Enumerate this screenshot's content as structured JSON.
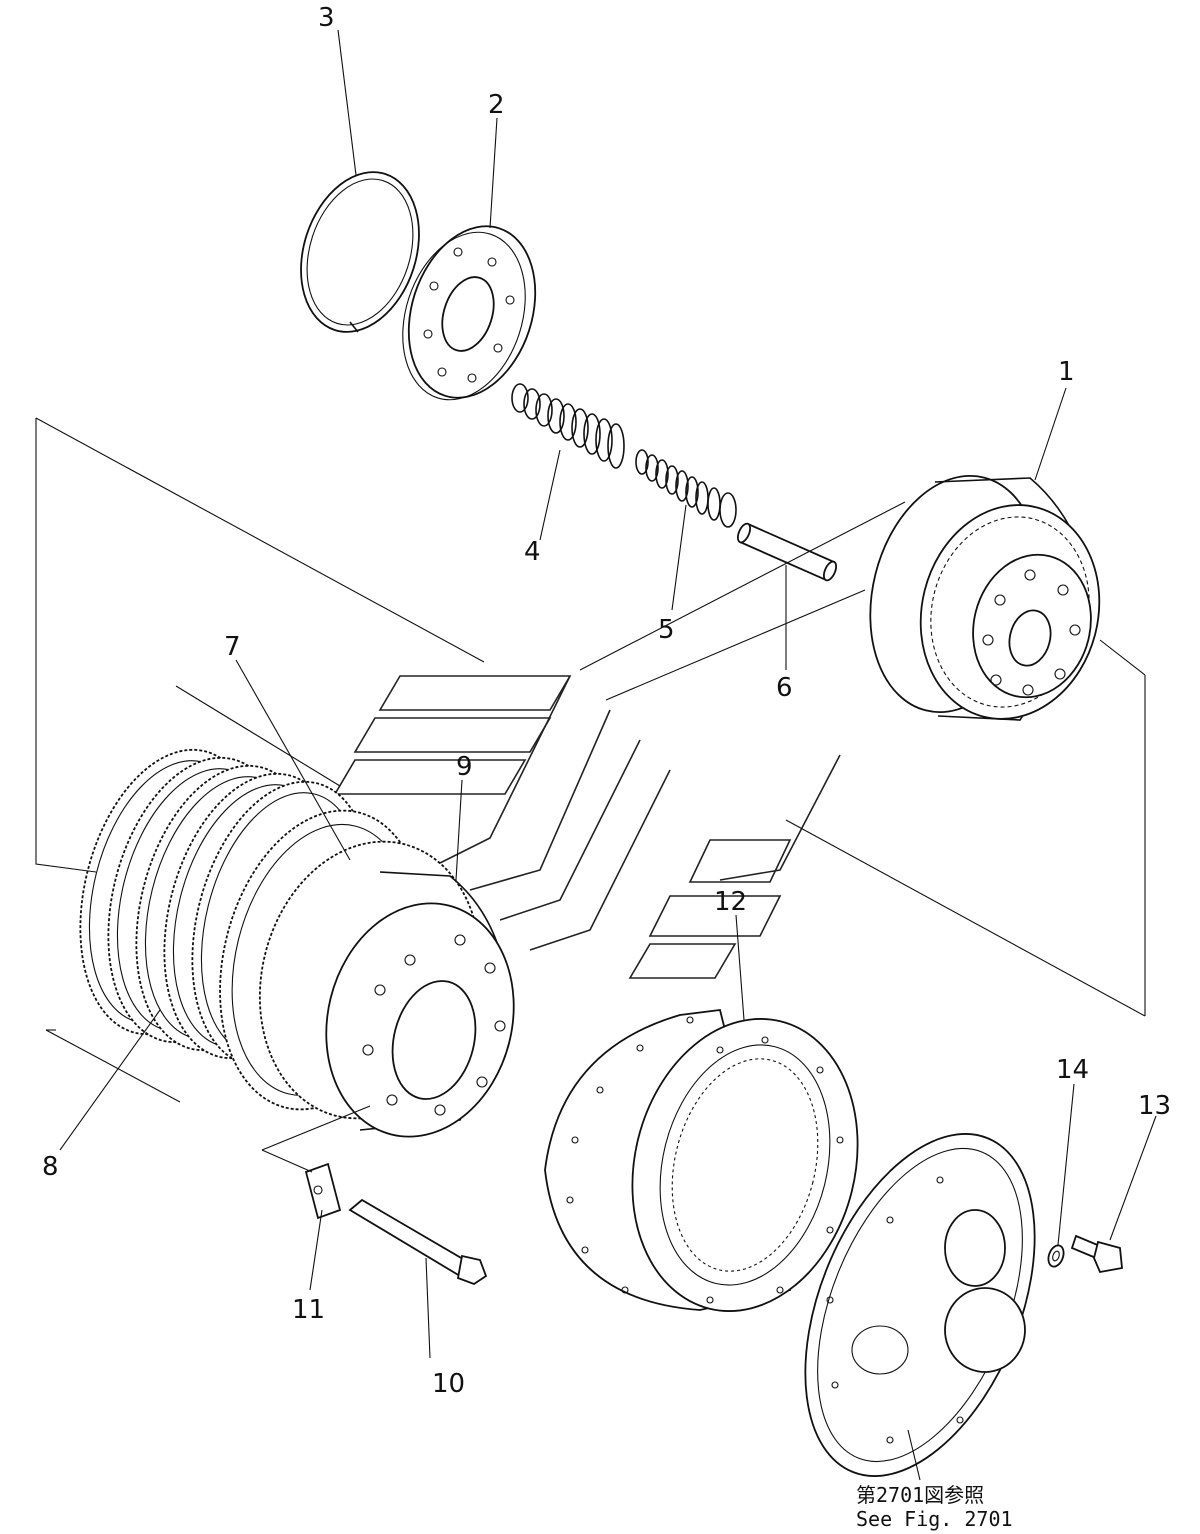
{
  "part_labels": {
    "p1": "1",
    "p2": "2",
    "p3": "3",
    "p4": "4",
    "p5": "5",
    "p6": "6",
    "p7": "7",
    "p8": "8",
    "p9": "9",
    "p10": "10",
    "p11": "11",
    "p12": "12",
    "p13": "13",
    "p14": "14"
  },
  "reference_note": {
    "line1": "第2701図参照",
    "line2": "See Fig. 2701"
  }
}
